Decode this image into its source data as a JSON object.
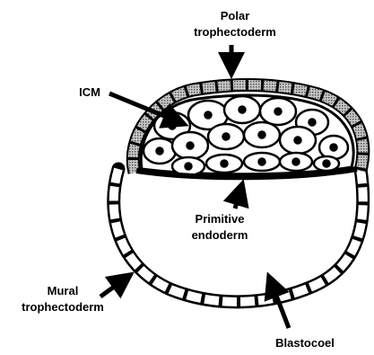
{
  "labels": {
    "polar_line1": "Polar",
    "polar_line2": "trophectoderm",
    "icm": "ICM",
    "primitive_line1": "Primitive",
    "primitive_line2": "endoderm",
    "mural_line1": "Mural",
    "mural_line2": "trophectoderm",
    "blastocoel": "Blastocoel"
  },
  "colors": {
    "ink": "#000000",
    "polar_cell_fill": "#9a9a9a",
    "background": "#ffffff"
  }
}
